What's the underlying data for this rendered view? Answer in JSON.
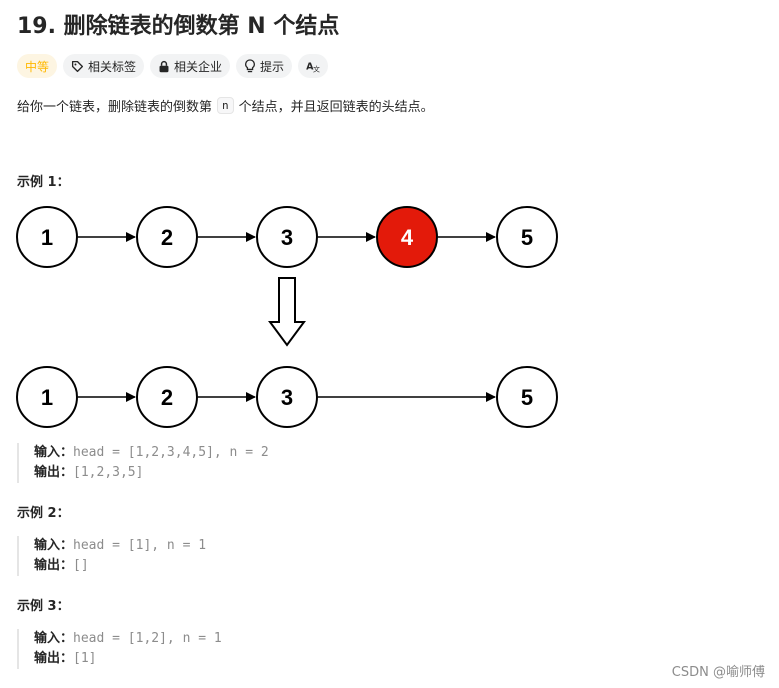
{
  "problem": {
    "title": "19. 删除链表的倒数第 N 个结点",
    "tags": [
      {
        "label": "中等",
        "icon": null
      },
      {
        "label": "相关标签",
        "icon": "tag-icon"
      },
      {
        "label": "相关企业",
        "icon": "lock-icon"
      },
      {
        "label": "提示",
        "icon": "lightbulb-icon"
      },
      {
        "label": "",
        "icon": "translate-icon"
      }
    ],
    "description_before": "给你一个链表，删除链表的倒数第",
    "description_code": "n",
    "description_after": "个结点，并且返回链表的头结点。"
  },
  "diagram": {
    "top_row": [
      "1",
      "2",
      "3",
      "4",
      "5"
    ],
    "bottom_row": [
      "1",
      "2",
      "3",
      "5"
    ],
    "highlight_color": "#e31a0a",
    "node_fill": "#ffffff",
    "stroke": "#000000"
  },
  "examples": [
    {
      "label": "示例 1：",
      "input_label": "输入：",
      "input": "head = [1,2,3,4,5], n = 2",
      "output_label": "输出：",
      "output": "[1,2,3,5]"
    },
    {
      "label": "示例 2：",
      "input_label": "输入：",
      "input": "head = [1], n = 1",
      "output_label": "输出：",
      "output": "[]"
    },
    {
      "label": "示例 3：",
      "input_label": "输入：",
      "input": "head = [1,2], n = 1",
      "output_label": "输出：",
      "output": "[1]"
    }
  ],
  "watermark": "CSDN @喻师傅"
}
